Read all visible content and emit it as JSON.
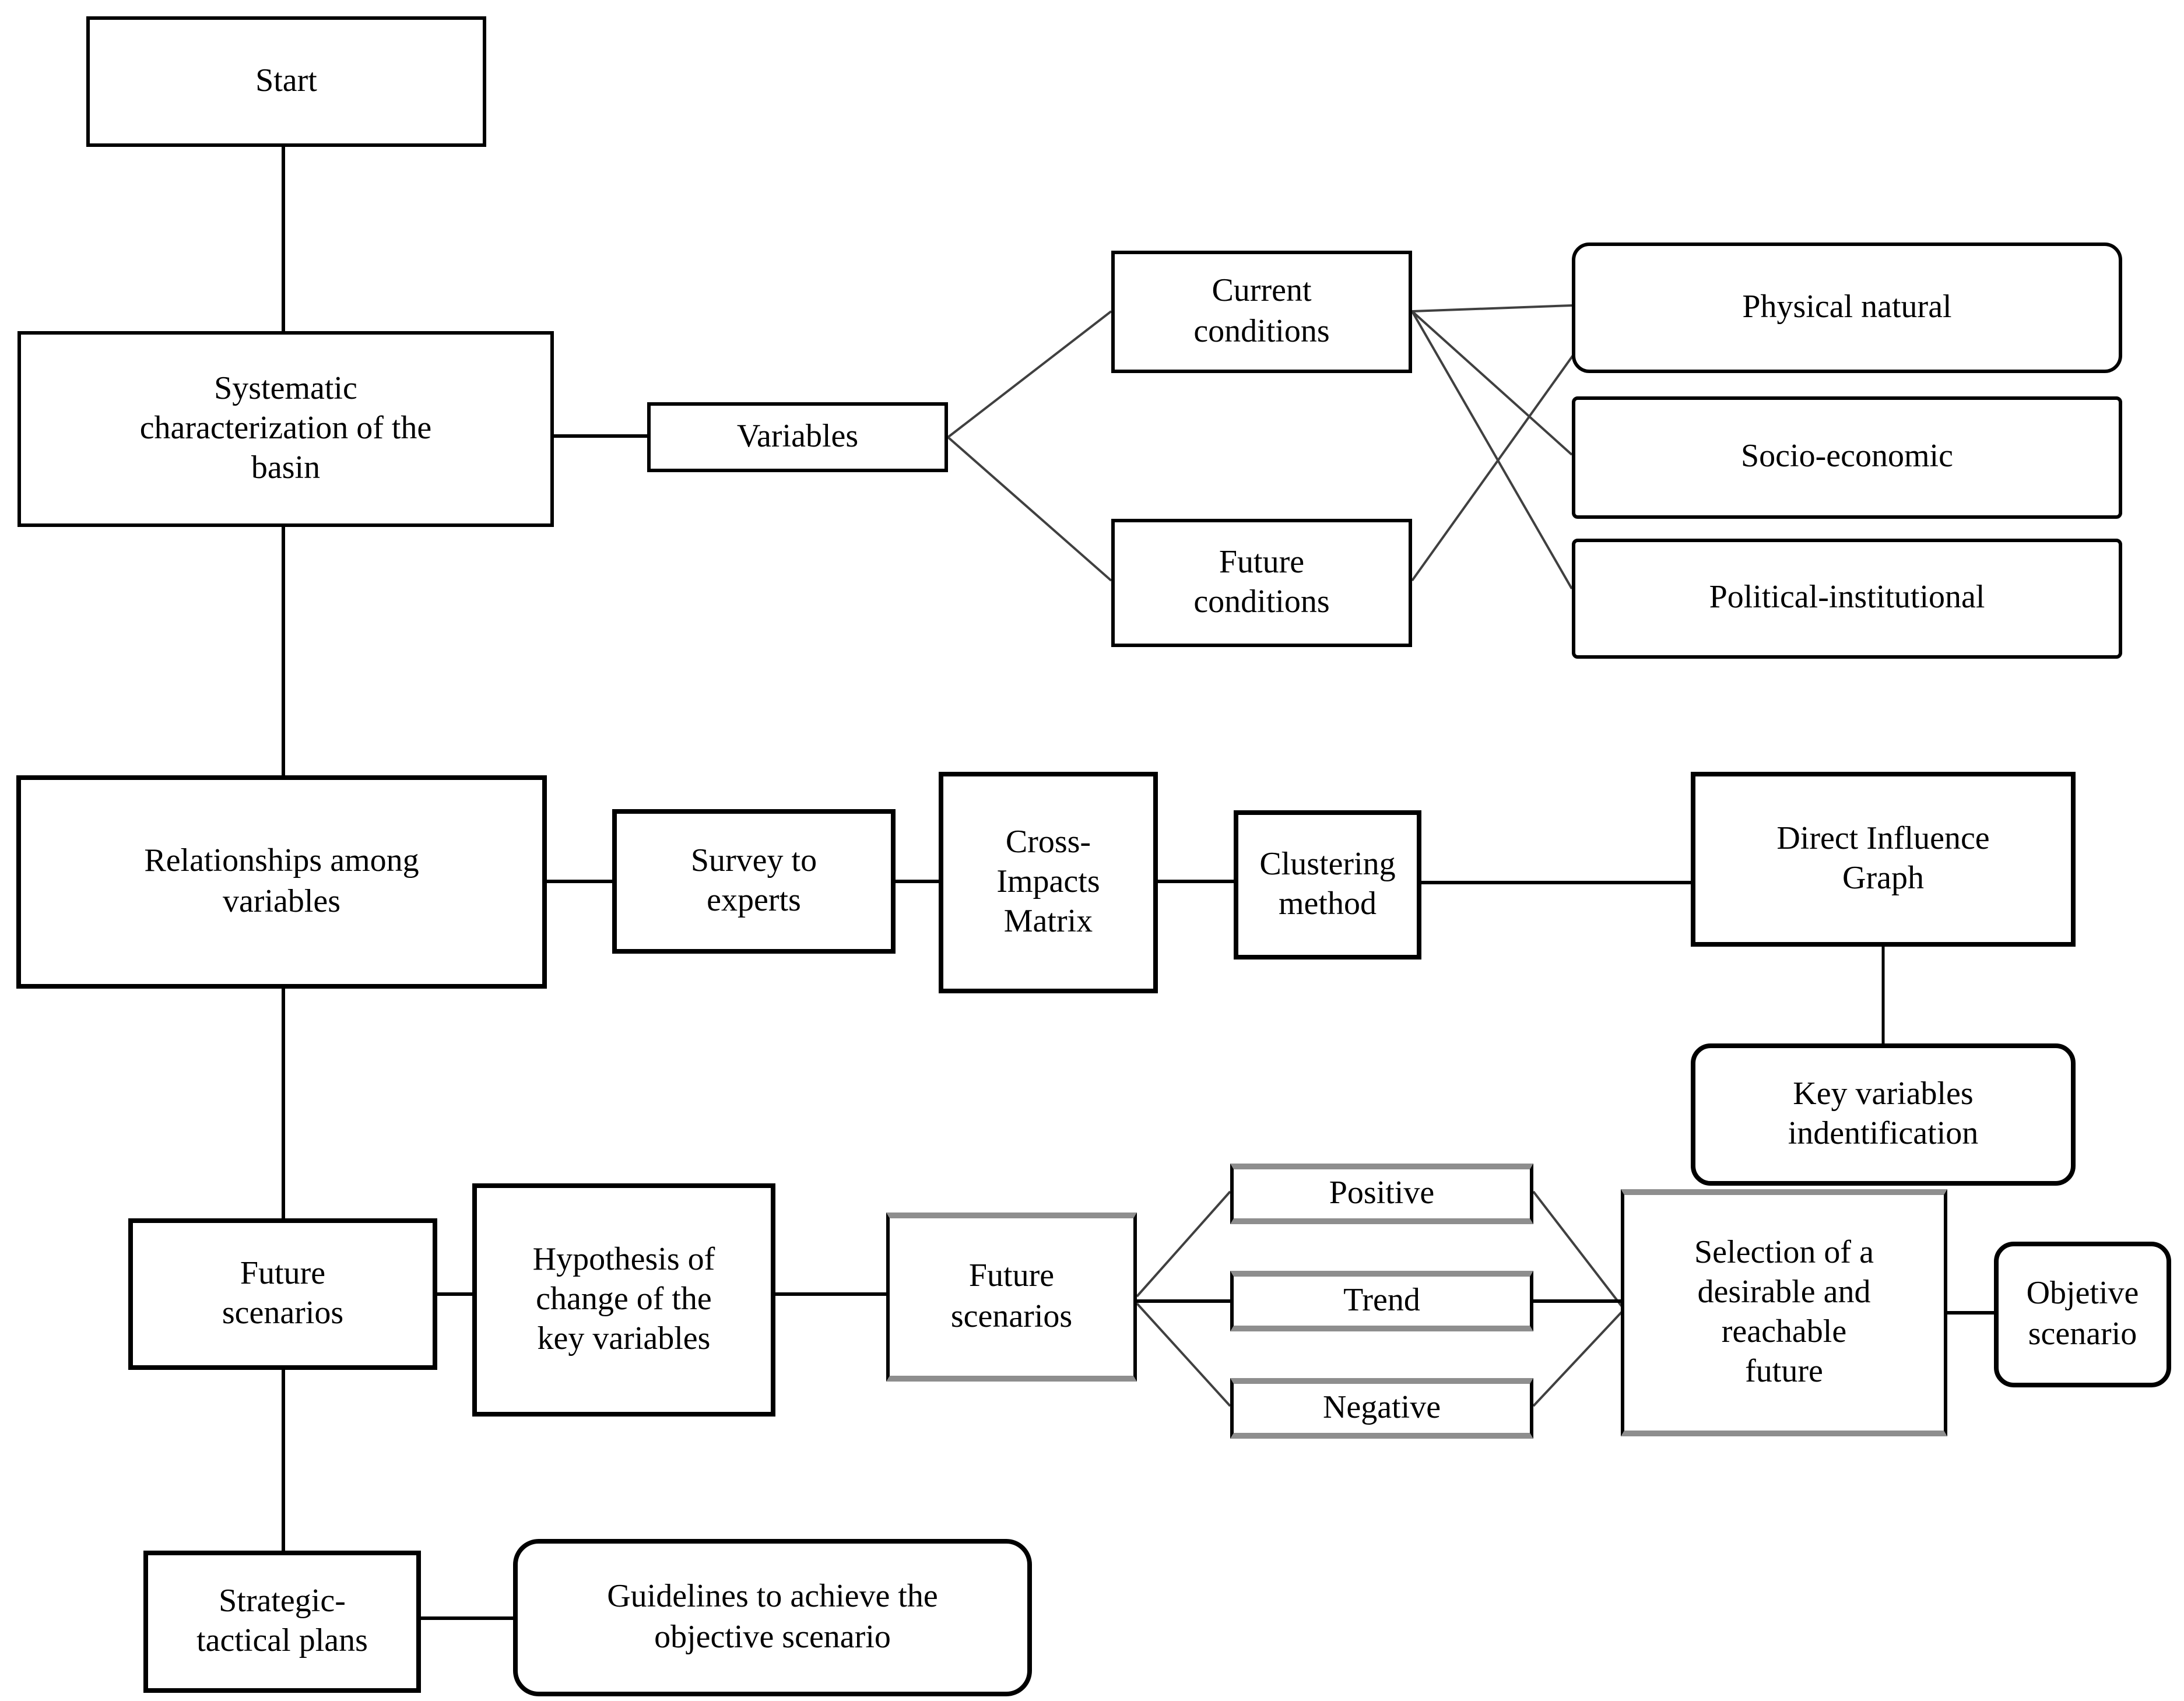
{
  "diagram": {
    "background_color": "#ffffff",
    "box_border_color": "#000000",
    "highlight_border_color": "#8e8e8e",
    "connector_color": "#000000",
    "nodes": {
      "start": {
        "label": "Start",
        "shape": "rectangle"
      },
      "systematic": {
        "label": "Systematic\ncharacterization of the\nbasin",
        "shape": "rectangle"
      },
      "variables": {
        "label": "Variables",
        "shape": "rectangle"
      },
      "current_conditions": {
        "label": "Current\nconditions",
        "shape": "rectangle"
      },
      "future_conditions": {
        "label": "Future\nconditions",
        "shape": "rectangle"
      },
      "physical_natural": {
        "label": "Physical natural",
        "shape": "rounded-rectangle"
      },
      "socio_economic": {
        "label": "Socio-economic",
        "shape": "rectangle"
      },
      "political_institutional": {
        "label": "Political-institutional",
        "shape": "rectangle"
      },
      "relationships": {
        "label": "Relationships among\nvariables",
        "shape": "rectangle"
      },
      "survey_experts": {
        "label": "Survey to\nexperts",
        "shape": "rectangle"
      },
      "cross_impacts": {
        "label": "Cross-\nImpacts\nMatrix",
        "shape": "rectangle"
      },
      "clustering": {
        "label": "Clustering\nmethod",
        "shape": "rectangle"
      },
      "direct_influence": {
        "label": "Direct Influence\nGraph",
        "shape": "rectangle"
      },
      "key_variables": {
        "label": "Key variables\nindentification",
        "shape": "rounded-rectangle"
      },
      "future_scenarios_stage": {
        "label": "Future\nscenarios",
        "shape": "rectangle"
      },
      "hypothesis": {
        "label": "Hypothesis of\nchange of the\nkey variables",
        "shape": "rectangle"
      },
      "future_scenarios_node": {
        "label": "Future\nscenarios",
        "shape": "rectangle-highlighted"
      },
      "positive": {
        "label": "Positive",
        "shape": "rectangle-highlighted"
      },
      "trend": {
        "label": "Trend",
        "shape": "rectangle-highlighted"
      },
      "negative": {
        "label": "Negative",
        "shape": "rectangle-highlighted"
      },
      "selection": {
        "label": "Selection of a\ndesirable and\nreachable\nfuture",
        "shape": "rectangle-highlighted"
      },
      "objetive_scenario": {
        "label": "Objetive\nscenario",
        "shape": "rounded-rectangle"
      },
      "strategic_plans": {
        "label": "Strategic-\ntactical plans",
        "shape": "rectangle"
      },
      "guidelines": {
        "label": "Guidelines to achieve the\nobjective scenario",
        "shape": "rounded-rectangle"
      }
    },
    "edges": [
      "start - systematic",
      "systematic - variables",
      "variables - current_conditions",
      "variables - future_conditions",
      "current_conditions - physical_natural",
      "current_conditions - socio_economic",
      "current_conditions - political_institutional",
      "future_conditions - physical_natural",
      "systematic - relationships",
      "relationships - survey_experts",
      "survey_experts - cross_impacts",
      "cross_impacts - clustering",
      "clustering - direct_influence",
      "direct_influence - key_variables",
      "relationships - future_scenarios_stage",
      "future_scenarios_stage - hypothesis",
      "hypothesis - future_scenarios_node",
      "future_scenarios_node - positive",
      "future_scenarios_node - trend",
      "future_scenarios_node - negative",
      "positive - selection",
      "trend - selection",
      "negative - selection",
      "selection - objetive_scenario",
      "future_scenarios_stage - strategic_plans",
      "strategic_plans - guidelines"
    ]
  }
}
